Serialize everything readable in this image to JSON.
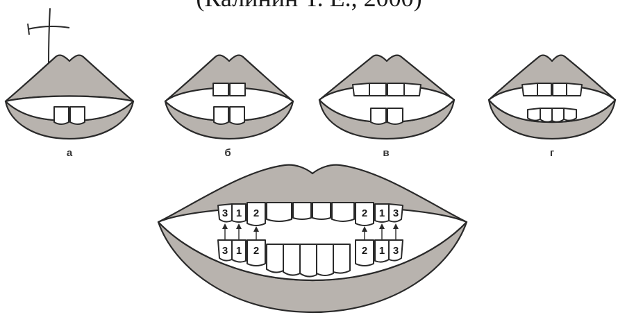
{
  "header_text": "(Калинин Т. Е., 2000)",
  "panels": [
    {
      "label": "а"
    },
    {
      "label": "б"
    },
    {
      "label": "в"
    },
    {
      "label": "г"
    }
  ],
  "large_mouth": {
    "upper_numbers": [
      "3",
      "1",
      "2",
      "2",
      "1",
      "3"
    ],
    "lower_numbers": [
      "3",
      "1",
      "2",
      "2",
      "1",
      "3"
    ]
  }
}
